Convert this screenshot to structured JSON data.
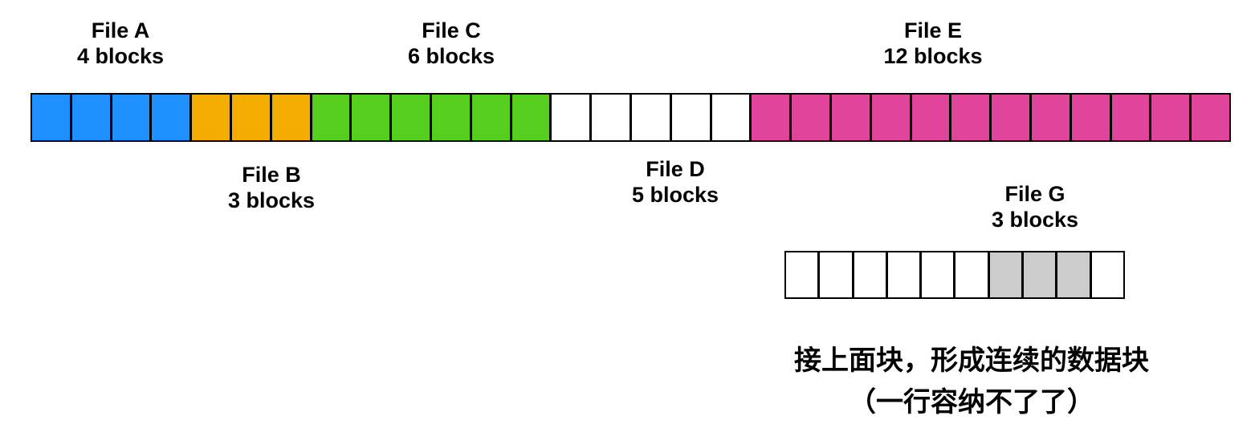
{
  "labels": {
    "file_a": {
      "name": "File A",
      "size": "4 blocks"
    },
    "file_b": {
      "name": "File B",
      "size": "3 blocks"
    },
    "file_c": {
      "name": "File C",
      "size": "6 blocks"
    },
    "file_d": {
      "name": "File D",
      "size": "5 blocks"
    },
    "file_e": {
      "name": "File E",
      "size": "12 blocks"
    },
    "file_g": {
      "name": "File G",
      "size": "3 blocks"
    }
  },
  "colors": {
    "file_a_blue": "#1E90FF",
    "file_b_orange": "#F3AC00",
    "file_c_green": "#56CE1D",
    "free_white": "#FFFFFF",
    "file_e_pink": "#E0459B",
    "file_g_gray": "#CCCCCC",
    "border_black": "#000000"
  },
  "rows": [
    {
      "name": "disk-row-main",
      "segments": [
        {
          "file": "file-a",
          "blocks": 4,
          "color": "#1E90FF"
        },
        {
          "file": "file-b",
          "blocks": 3,
          "color": "#F3AC00"
        },
        {
          "file": "file-c",
          "blocks": 6,
          "color": "#56CE1D"
        },
        {
          "file": "file-d",
          "blocks": 5,
          "color": "#FFFFFF"
        },
        {
          "file": "file-e",
          "blocks": 12,
          "color": "#E0459B"
        }
      ]
    },
    {
      "name": "disk-row-overflow",
      "segments": [
        {
          "file": "free",
          "blocks": 6,
          "color": "#FFFFFF"
        },
        {
          "file": "file-g",
          "blocks": 3,
          "color": "#CCCCCC"
        },
        {
          "file": "free",
          "blocks": 1,
          "color": "#FFFFFF"
        }
      ]
    }
  ],
  "caption": {
    "line1": "接上面块，形成连续的数据块",
    "line2": "（一行容纳不了了）"
  }
}
